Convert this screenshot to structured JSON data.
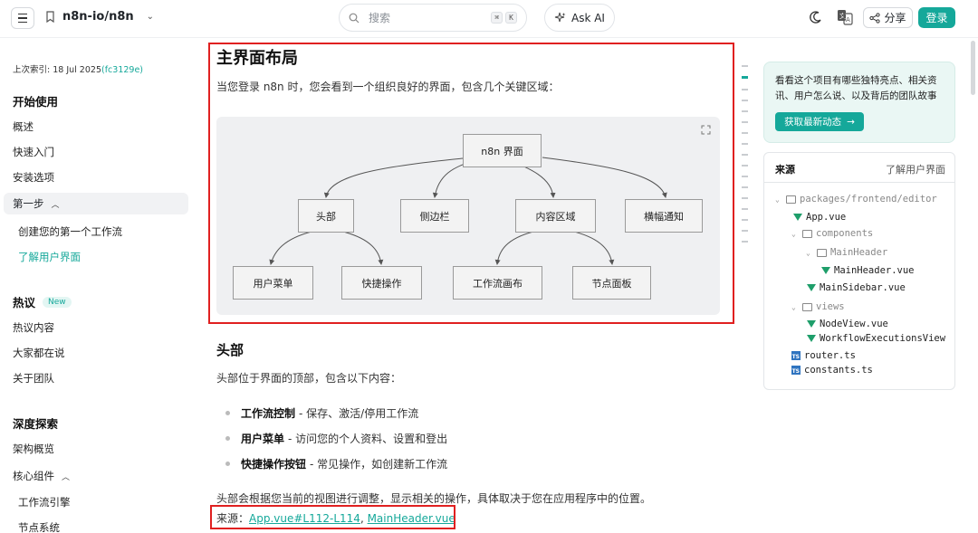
{
  "header": {
    "repo_name": "n8n-io/n8n",
    "search_placeholder": "搜索",
    "search_keys": [
      "⌘",
      "K"
    ],
    "ask_ai": "Ask AI",
    "share": "分享",
    "login": "登录"
  },
  "sidebar": {
    "index_prefix": "上次索引: 18 Jul 2025",
    "index_hash": "(fc3129e)",
    "sections": [
      {
        "title": "开始使用",
        "badge": ""
      },
      {
        "title": "热议",
        "badge": "New"
      },
      {
        "title": "深度探索",
        "badge": ""
      }
    ],
    "items": {
      "overview": "概述",
      "quickstart": "快速入门",
      "install": "安装选项",
      "next_steps": "第一步",
      "create_workflow": "创建您的第一个工作流",
      "understand_ui": "了解用户界面",
      "hot_content": "热议内容",
      "everyone_says": "大家都在说",
      "about_team": "关于团队",
      "architecture": "架构概览",
      "core_components": "核心组件",
      "workflow_engine": "工作流引擎",
      "node_system": "节点系统"
    }
  },
  "main": {
    "title": "主界面布局",
    "intro": "当您登录 n8n 时，您会看到一个组织良好的界面，包含几个关键区域：",
    "diagram": {
      "root": "n8n 界面",
      "header": "头部",
      "sidebar": "侧边栏",
      "content": "内容区域",
      "banner": "横幅通知",
      "user_menu": "用户菜单",
      "shortcuts": "快捷操作",
      "canvas": "工作流画布",
      "node_panel": "节点面板"
    },
    "section_title": "头部",
    "section_intro": "头部位于界面的顶部，包含以下内容：",
    "bullets": [
      {
        "bold": "工作流控制",
        "text": "- 保存、激活/停用工作流"
      },
      {
        "bold": "用户菜单",
        "text": "- 访问您的个人资料、设置和登出"
      },
      {
        "bold": "快捷操作按钮",
        "text": "- 常见操作，如创建新工作流"
      }
    ],
    "paragraph": "头部会根据您当前的视图进行调整，显示相关的操作，具体取决于您在应用程序中的位置。",
    "source_label": "来源：",
    "source_link1": "App.vue#L112-L114",
    "source_sep": ", ",
    "source_link2": "MainHeader.vue"
  },
  "promo": {
    "text": "看看这个项目有哪些独特亮点、相关资讯、用户怎么说、以及背后的团队故事",
    "button": "获取最新动态"
  },
  "source_panel": {
    "title": "来源",
    "link": "了解用户界面",
    "tree": [
      {
        "label": "packages/frontend/editor",
        "kind": "folder-open",
        "dim": true
      },
      {
        "label": "App.vue",
        "kind": "vue",
        "dim": false
      },
      {
        "label": "components",
        "kind": "folder-open",
        "dim": true
      },
      {
        "label": "MainHeader",
        "kind": "folder-open",
        "dim": true
      },
      {
        "label": "MainHeader.vue",
        "kind": "vue",
        "dim": false
      },
      {
        "label": "MainSidebar.vue",
        "kind": "vue",
        "dim": false
      },
      {
        "label": "views",
        "kind": "folder-open",
        "dim": true
      },
      {
        "label": "NodeView.vue",
        "kind": "vue",
        "dim": false
      },
      {
        "label": "WorkflowExecutionsView",
        "kind": "vue",
        "dim": false
      },
      {
        "label": "router.ts",
        "kind": "ts",
        "dim": false
      },
      {
        "label": "constants.ts",
        "kind": "ts",
        "dim": false
      }
    ]
  },
  "colors": {
    "accent": "#15a89a",
    "highlight_box": "#e02020"
  }
}
